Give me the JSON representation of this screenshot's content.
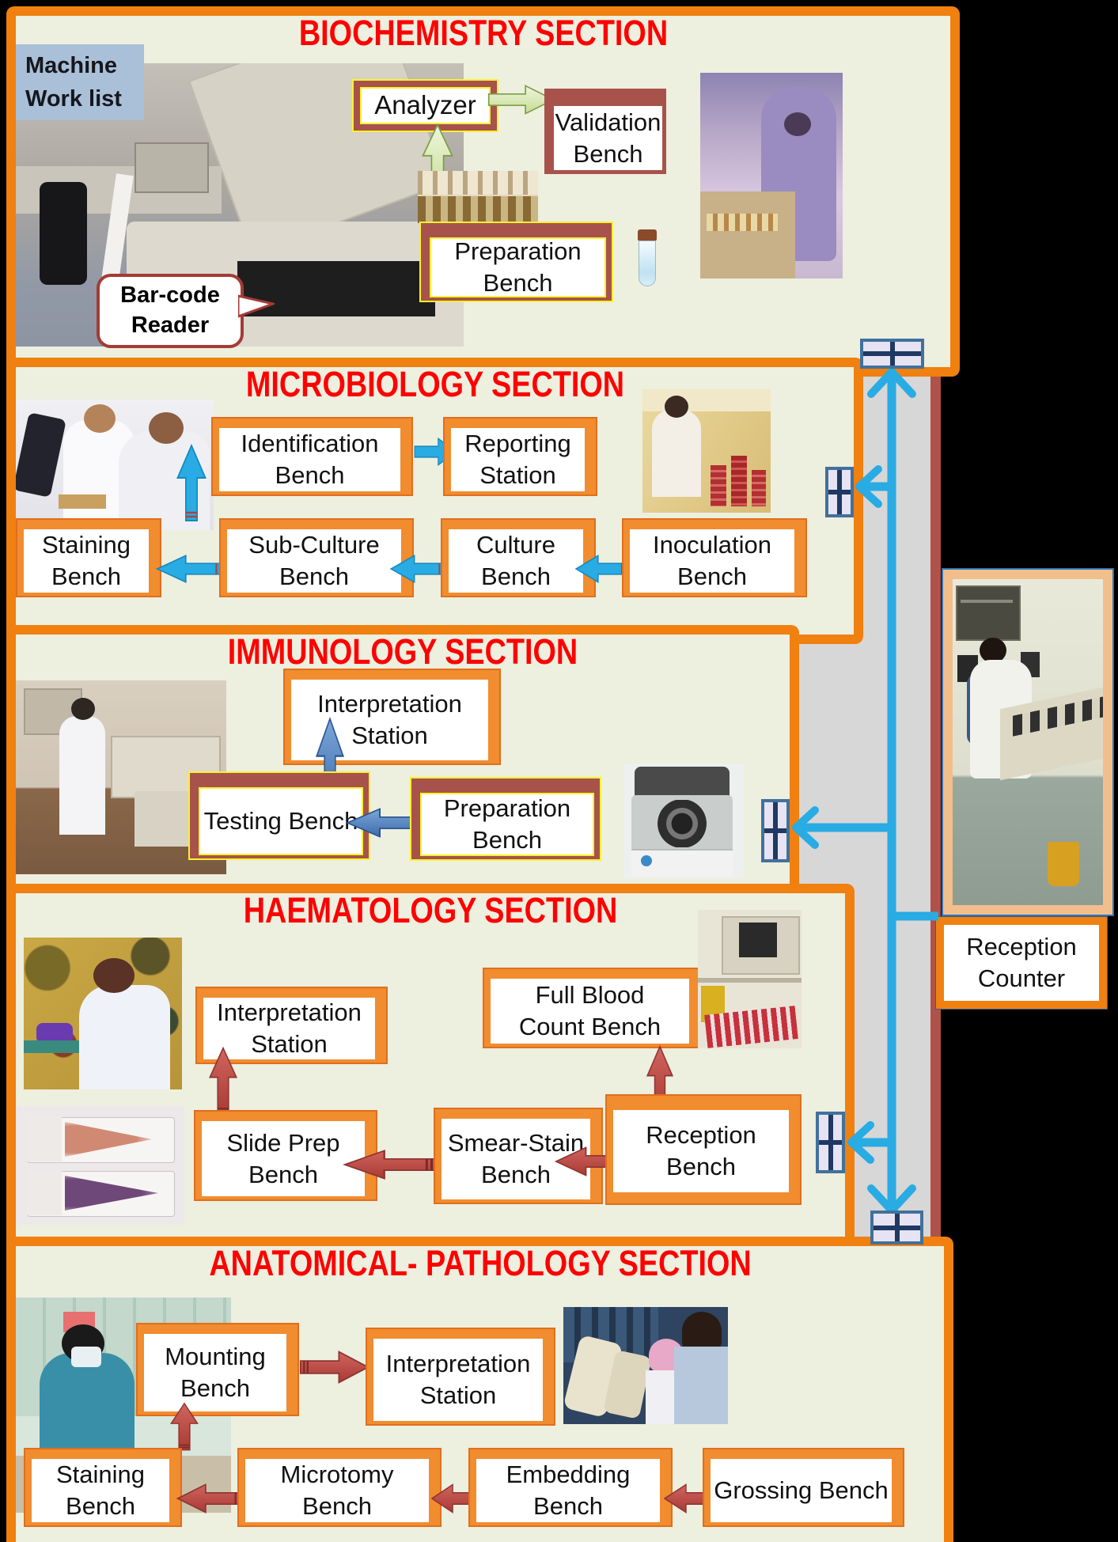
{
  "biochemistry": {
    "title": "BIOCHEMISTRY SECTION",
    "machine_work_list": "Machine Work list",
    "bar_code_reader": "Bar-code Reader",
    "analyzer": "Analyzer",
    "validation_bench": "Validation Bench",
    "preparation_bench": "Preparation Bench"
  },
  "microbiology": {
    "title": "MICROBIOLOGY SECTION",
    "identification_bench": "Identification Bench",
    "reporting_station": "Reporting Station",
    "staining_bench": "Staining Bench",
    "sub_culture_bench": "Sub-Culture Bench",
    "culture_bench": "Culture Bench",
    "inoculation_bench": "Inoculation Bench"
  },
  "immunology": {
    "title": "IMMUNOLOGY SECTION",
    "interpretation_station": "Interpretation Station",
    "testing_bench": "Testing Bench",
    "preparation_bench": "Preparation Bench"
  },
  "haematology": {
    "title": "HAEMATOLOGY SECTION",
    "interpretation_station": "Interpretation Station",
    "full_blood_count_bench": "Full Blood Count Bench",
    "slide_prep_bench": "Slide Prep Bench",
    "smear_stain_bench": "Smear-Stain Bench",
    "reception_bench": "Reception Bench"
  },
  "anatomical_pathology": {
    "title": "ANATOMICAL- PATHOLOGY SECTION",
    "mounting_bench": "Mounting Bench",
    "interpretation_station": "Interpretation Station",
    "staining_bench": "Staining Bench",
    "microtomy_bench": "Microtomy Bench",
    "embedding_bench": "Embedding Bench",
    "grossing_bench": "Grossing Bench"
  },
  "reception": {
    "label": "Reception Counter"
  },
  "colors": {
    "section_border": "#F0800F",
    "section_bg": "#EDEFDF",
    "title_red": "#FF0000",
    "bench_frame_orange": "#F18C2F",
    "maroon_box": "#A8524C",
    "yellow_accent": "#F6F22E",
    "cyan_arrow": "#29ABE3",
    "steel_arrow": "#4A7EBB",
    "brick_arrow": "#BF4F4B",
    "green_arrow": "#D8EAB4",
    "corridor_gray": "#D7D7D7",
    "wall_maroon": "#B0524A",
    "door_fill": "#E7E3F2",
    "door_frame": "#41719C",
    "door_cross": "#1F3864",
    "reception_frame": "#F2BE8C",
    "worklist_bg": "#A9C0D8"
  }
}
